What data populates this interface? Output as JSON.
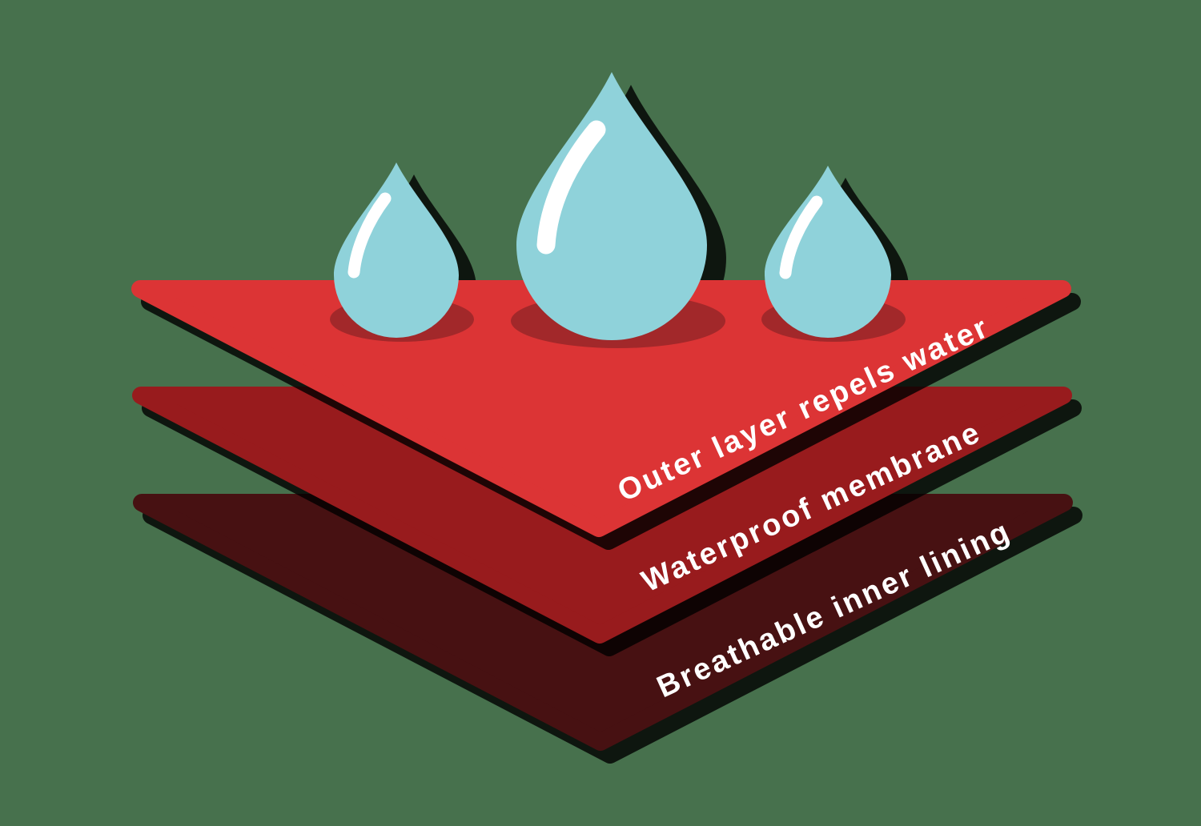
{
  "diagram": {
    "background_color": "#47714D",
    "text_color": "#FFFFFF",
    "shadow_color": "#000000",
    "layers": [
      {
        "label": "Outer layer repels water",
        "color": "#DC3435"
      },
      {
        "label": "Waterproof membrane",
        "color": "#981B1D"
      },
      {
        "label": "Breathable inner lining",
        "color": "#471112"
      }
    ],
    "droplets": {
      "count": 3,
      "color": "#8FD2DA",
      "highlight_color": "#FFFFFF",
      "contact_shadow_color": "#A2282A"
    }
  }
}
